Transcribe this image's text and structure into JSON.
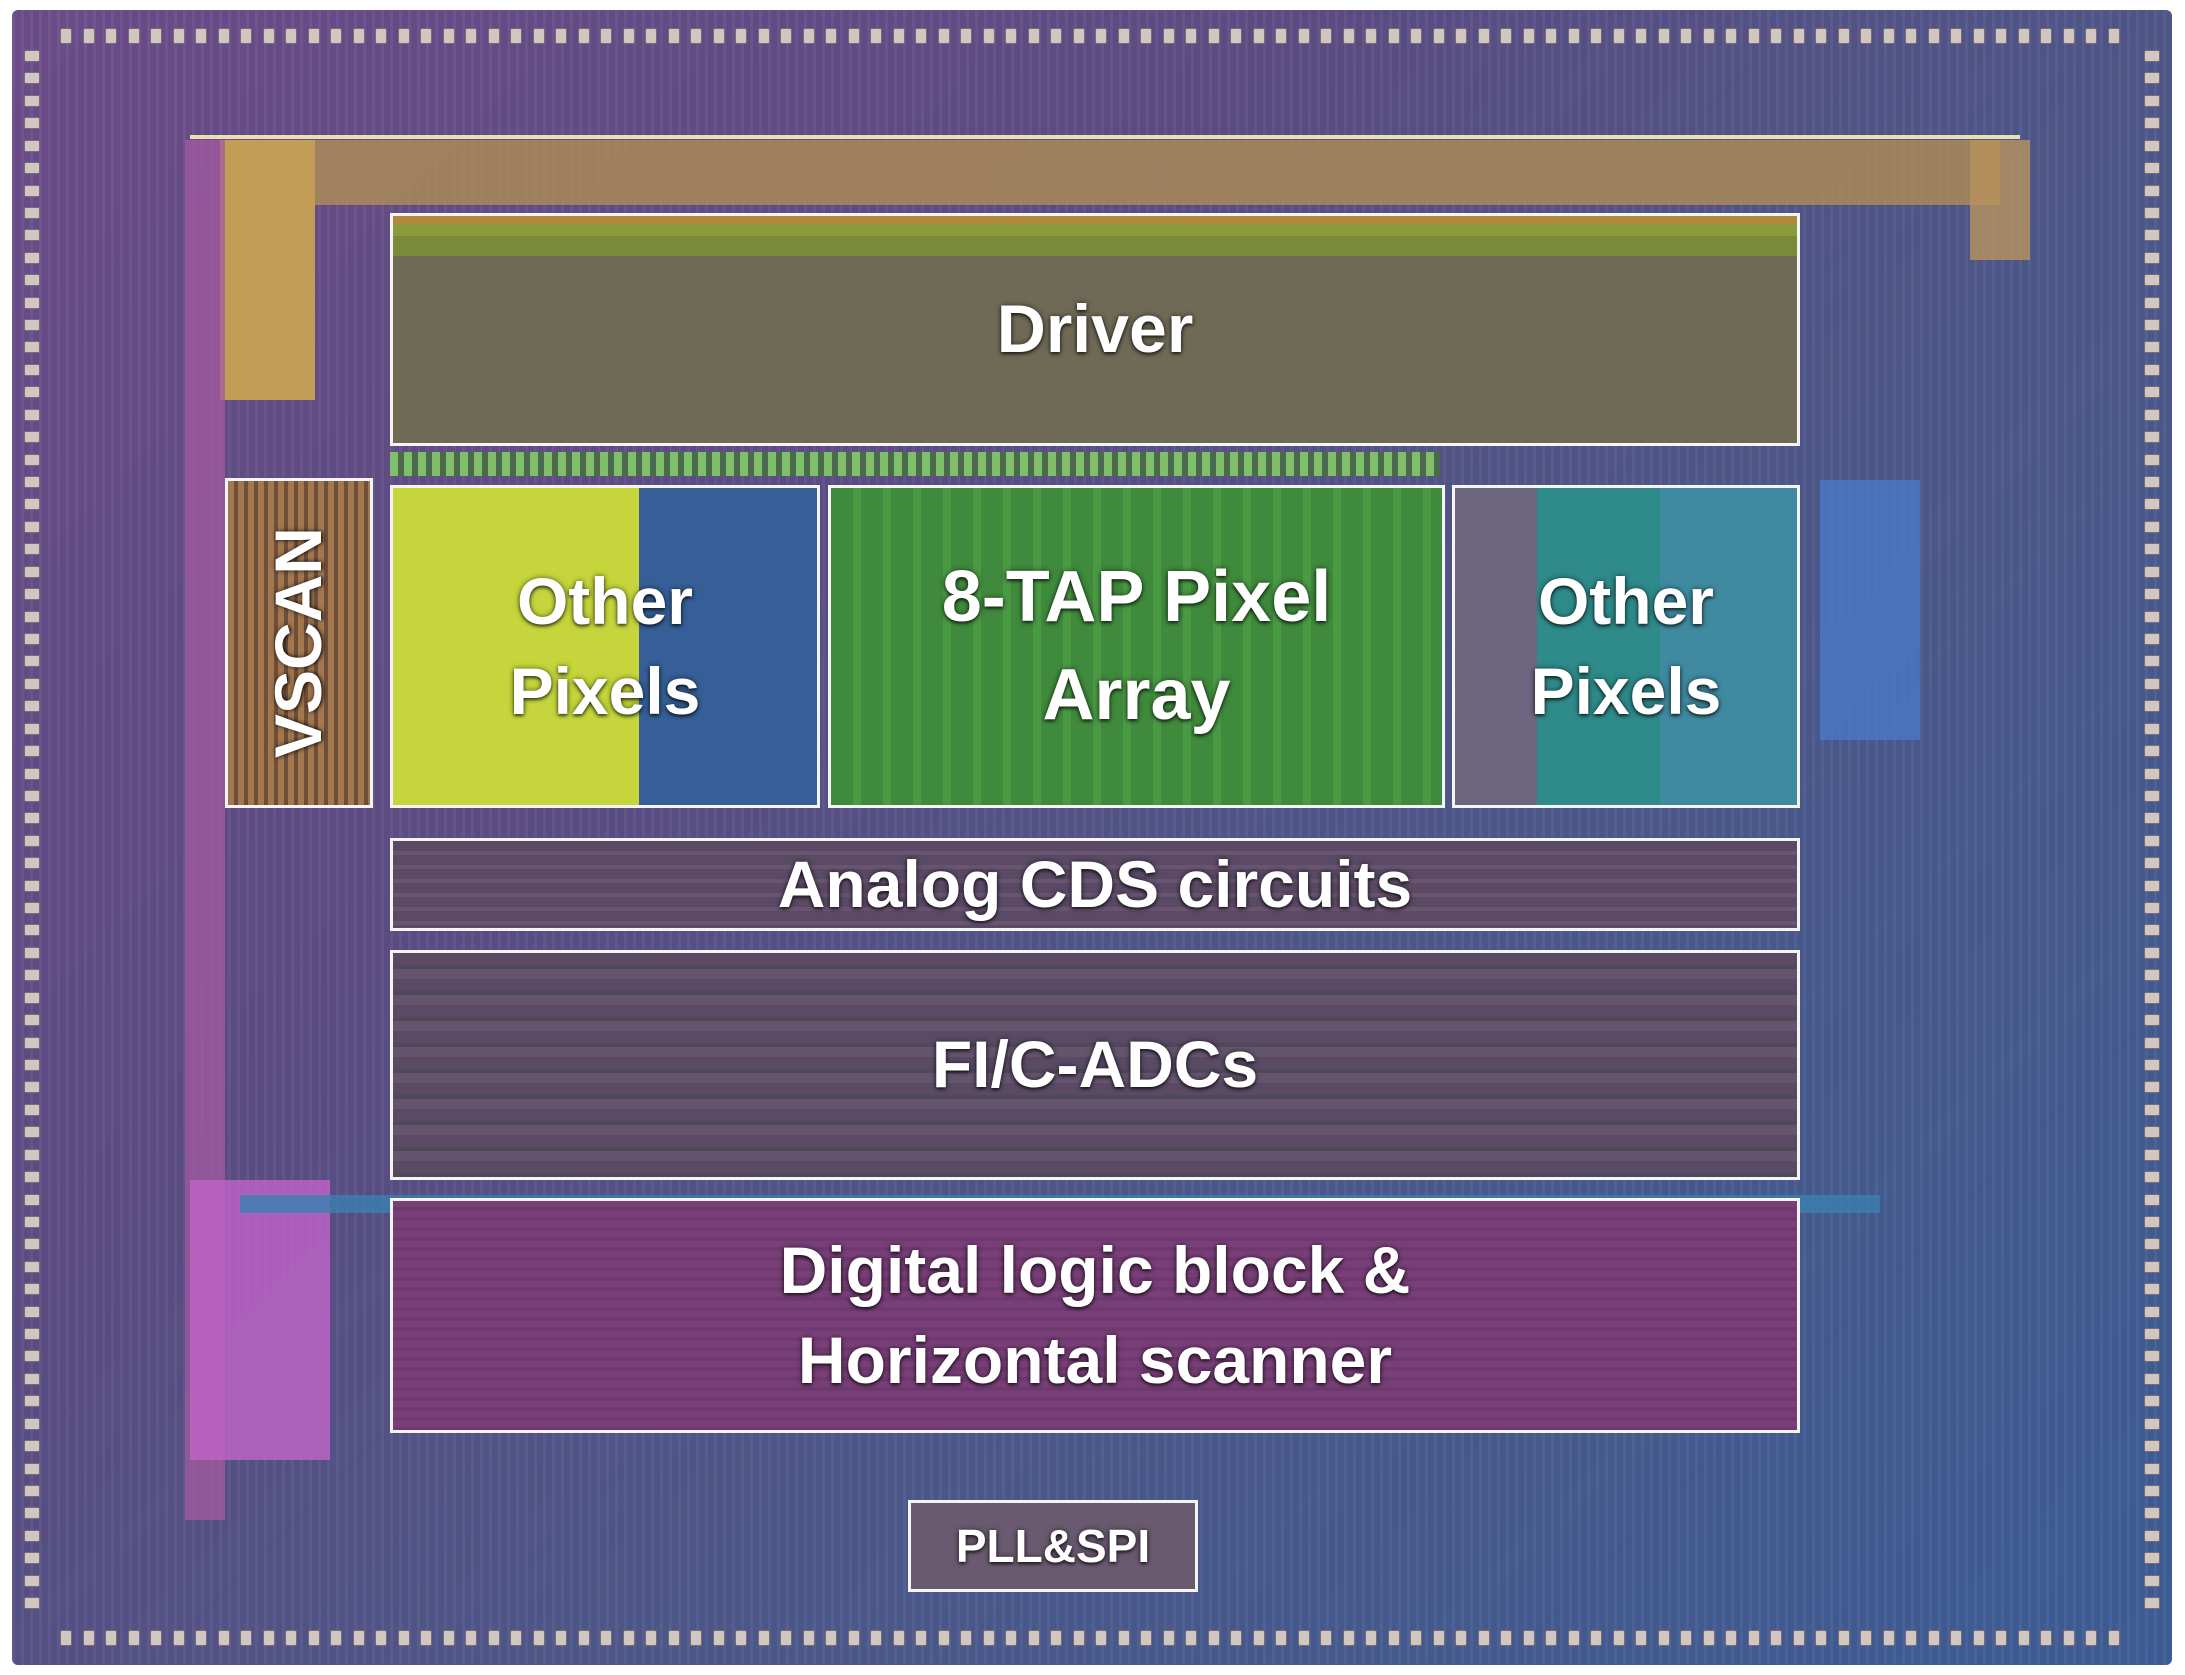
{
  "diagram": {
    "blocks": {
      "driver": "Driver",
      "vscan": "VSCAN",
      "other_pixels_left": [
        "Other",
        "Pixels"
      ],
      "tap_array": [
        "8-TAP Pixel",
        "Array"
      ],
      "other_pixels_right": [
        "Other",
        "Pixels"
      ],
      "cds": "Analog CDS circuits",
      "adc": "FI/C-ADCs",
      "digital": [
        "Digital logic block &",
        "Horizontal scanner"
      ],
      "pll": "PLL&SPI"
    }
  }
}
